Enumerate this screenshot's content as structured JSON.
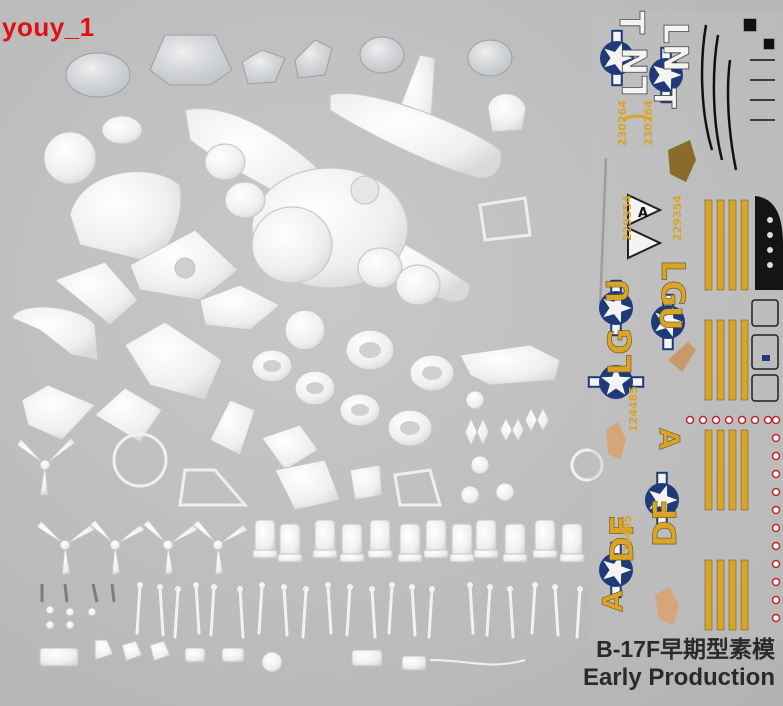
{
  "watermark": "youy_1",
  "caption": {
    "line1": "B-17F早期型素模",
    "line2": "Early Production"
  },
  "decal_marks": {
    "codes_top": [
      "LN",
      "T",
      "LN",
      "T"
    ],
    "codes_mid": [
      "LG",
      "U",
      "LG",
      "U"
    ],
    "codes_low": [
      "DF",
      "A",
      "DF",
      "A"
    ],
    "triangle_letter": "A",
    "serials": [
      "229354",
      "229354",
      "124485",
      "124485",
      "230264",
      "230264"
    ]
  },
  "colors": {
    "background": "#bdbdbd",
    "plastic": "#f4f4f2",
    "decal_yellow": "#d8a52a",
    "decal_blue": "#1f3a78",
    "watermark": "#e01010",
    "caption": "#2a2a2a"
  }
}
